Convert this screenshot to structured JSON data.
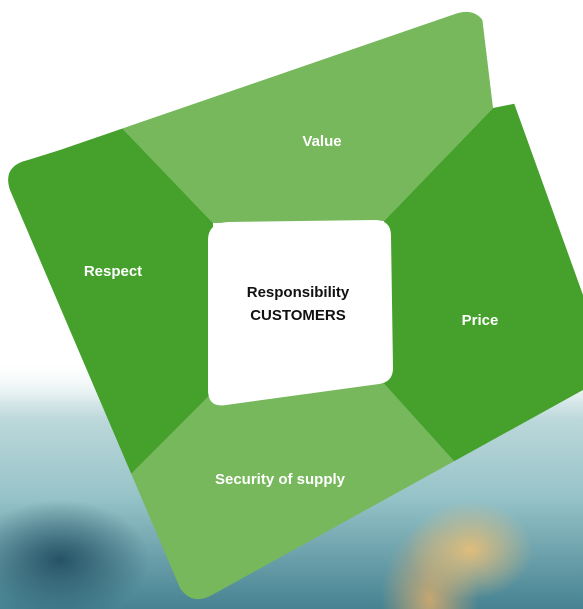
{
  "diagram": {
    "center": {
      "line1": "Responsibility",
      "line2": "CUSTOMERS"
    },
    "segments": {
      "top": "Value",
      "right": "Price",
      "bottom": "Security of supply",
      "left": "Respect"
    },
    "colors": {
      "dark_green": "#45a12c",
      "light_green": "#76b85b",
      "center_box": "#ffffff"
    }
  }
}
